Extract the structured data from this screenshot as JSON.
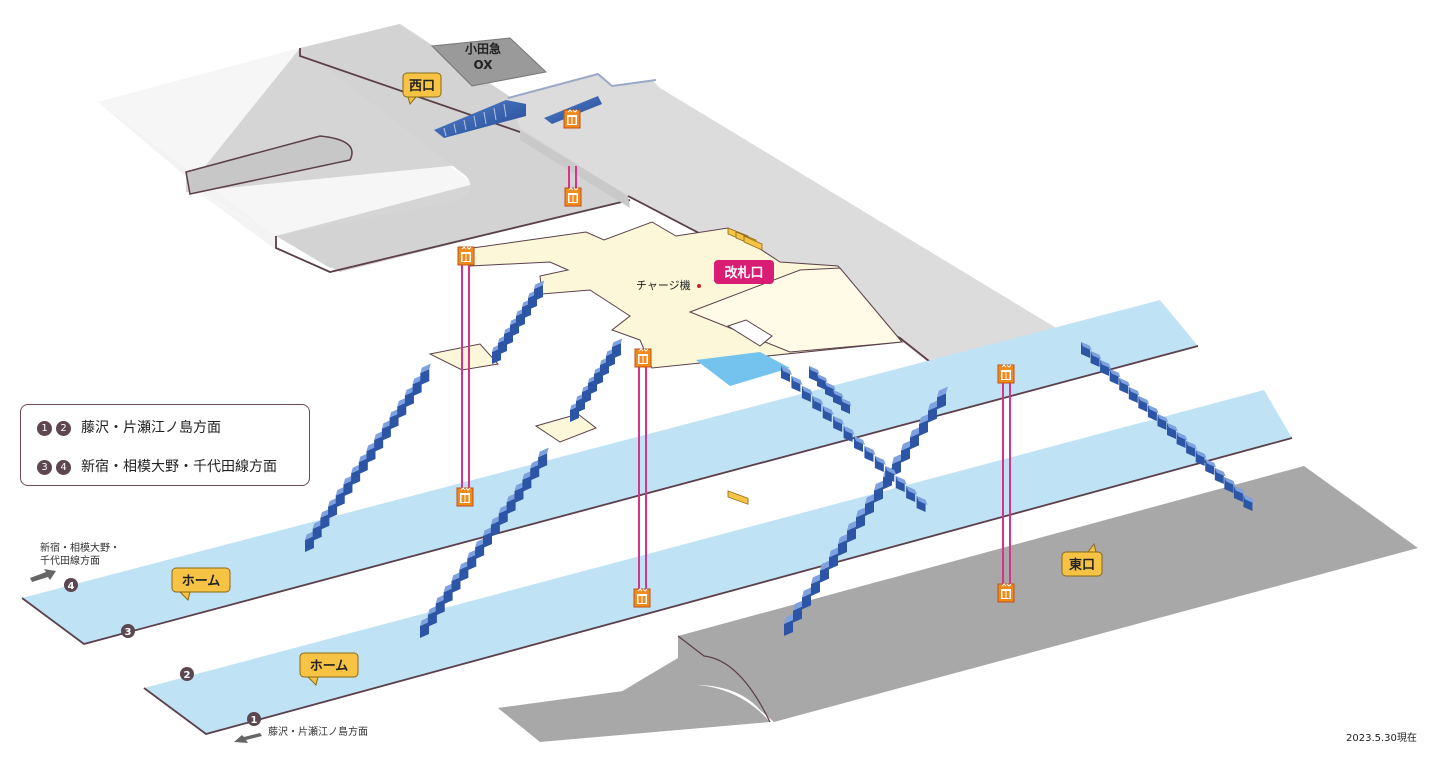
{
  "map": {
    "west_exit": "西口",
    "east_exit": "東口",
    "ticket_gate": "改札口",
    "charge_machine": "チャージ機",
    "odakyu_ox_line1": "小田急",
    "odakyu_ox_line2": "OX",
    "platform_upper": "ホーム",
    "platform_lower": "ホーム",
    "track_1": "1",
    "track_2": "2",
    "track_3": "3",
    "track_4": "4",
    "dir_upper_line1": "新宿・相模大野・",
    "dir_upper_line2": "千代田線方面",
    "dir_lower": "藤沢・片瀬江ノ島方面",
    "date_note": "2023.5.30現在"
  },
  "legend": {
    "row1": {
      "num_a": "1",
      "num_b": "2",
      "label": "藤沢・片瀬江ノ島方面"
    },
    "row2": {
      "num_a": "3",
      "num_b": "4",
      "label": "新宿・相模大野・千代田線方面"
    }
  },
  "icons": {
    "elevator": "elevator-icon",
    "ticket_machine": "ticket-machine-icon",
    "arrow": "direction-arrow-icon"
  },
  "colors": {
    "concourse_gray": "#dcdcdc",
    "dark_gray": "#a8a8a8",
    "platform_blue": "#bfe3f5",
    "gate_area": "#fbf7d8",
    "stairs_blue": "#2c55a6",
    "elevator_pink": "#d8338a",
    "exit_yellow": "#f6c344",
    "gate_magenta": "#d91c74",
    "outline": "#5b3f4a"
  }
}
